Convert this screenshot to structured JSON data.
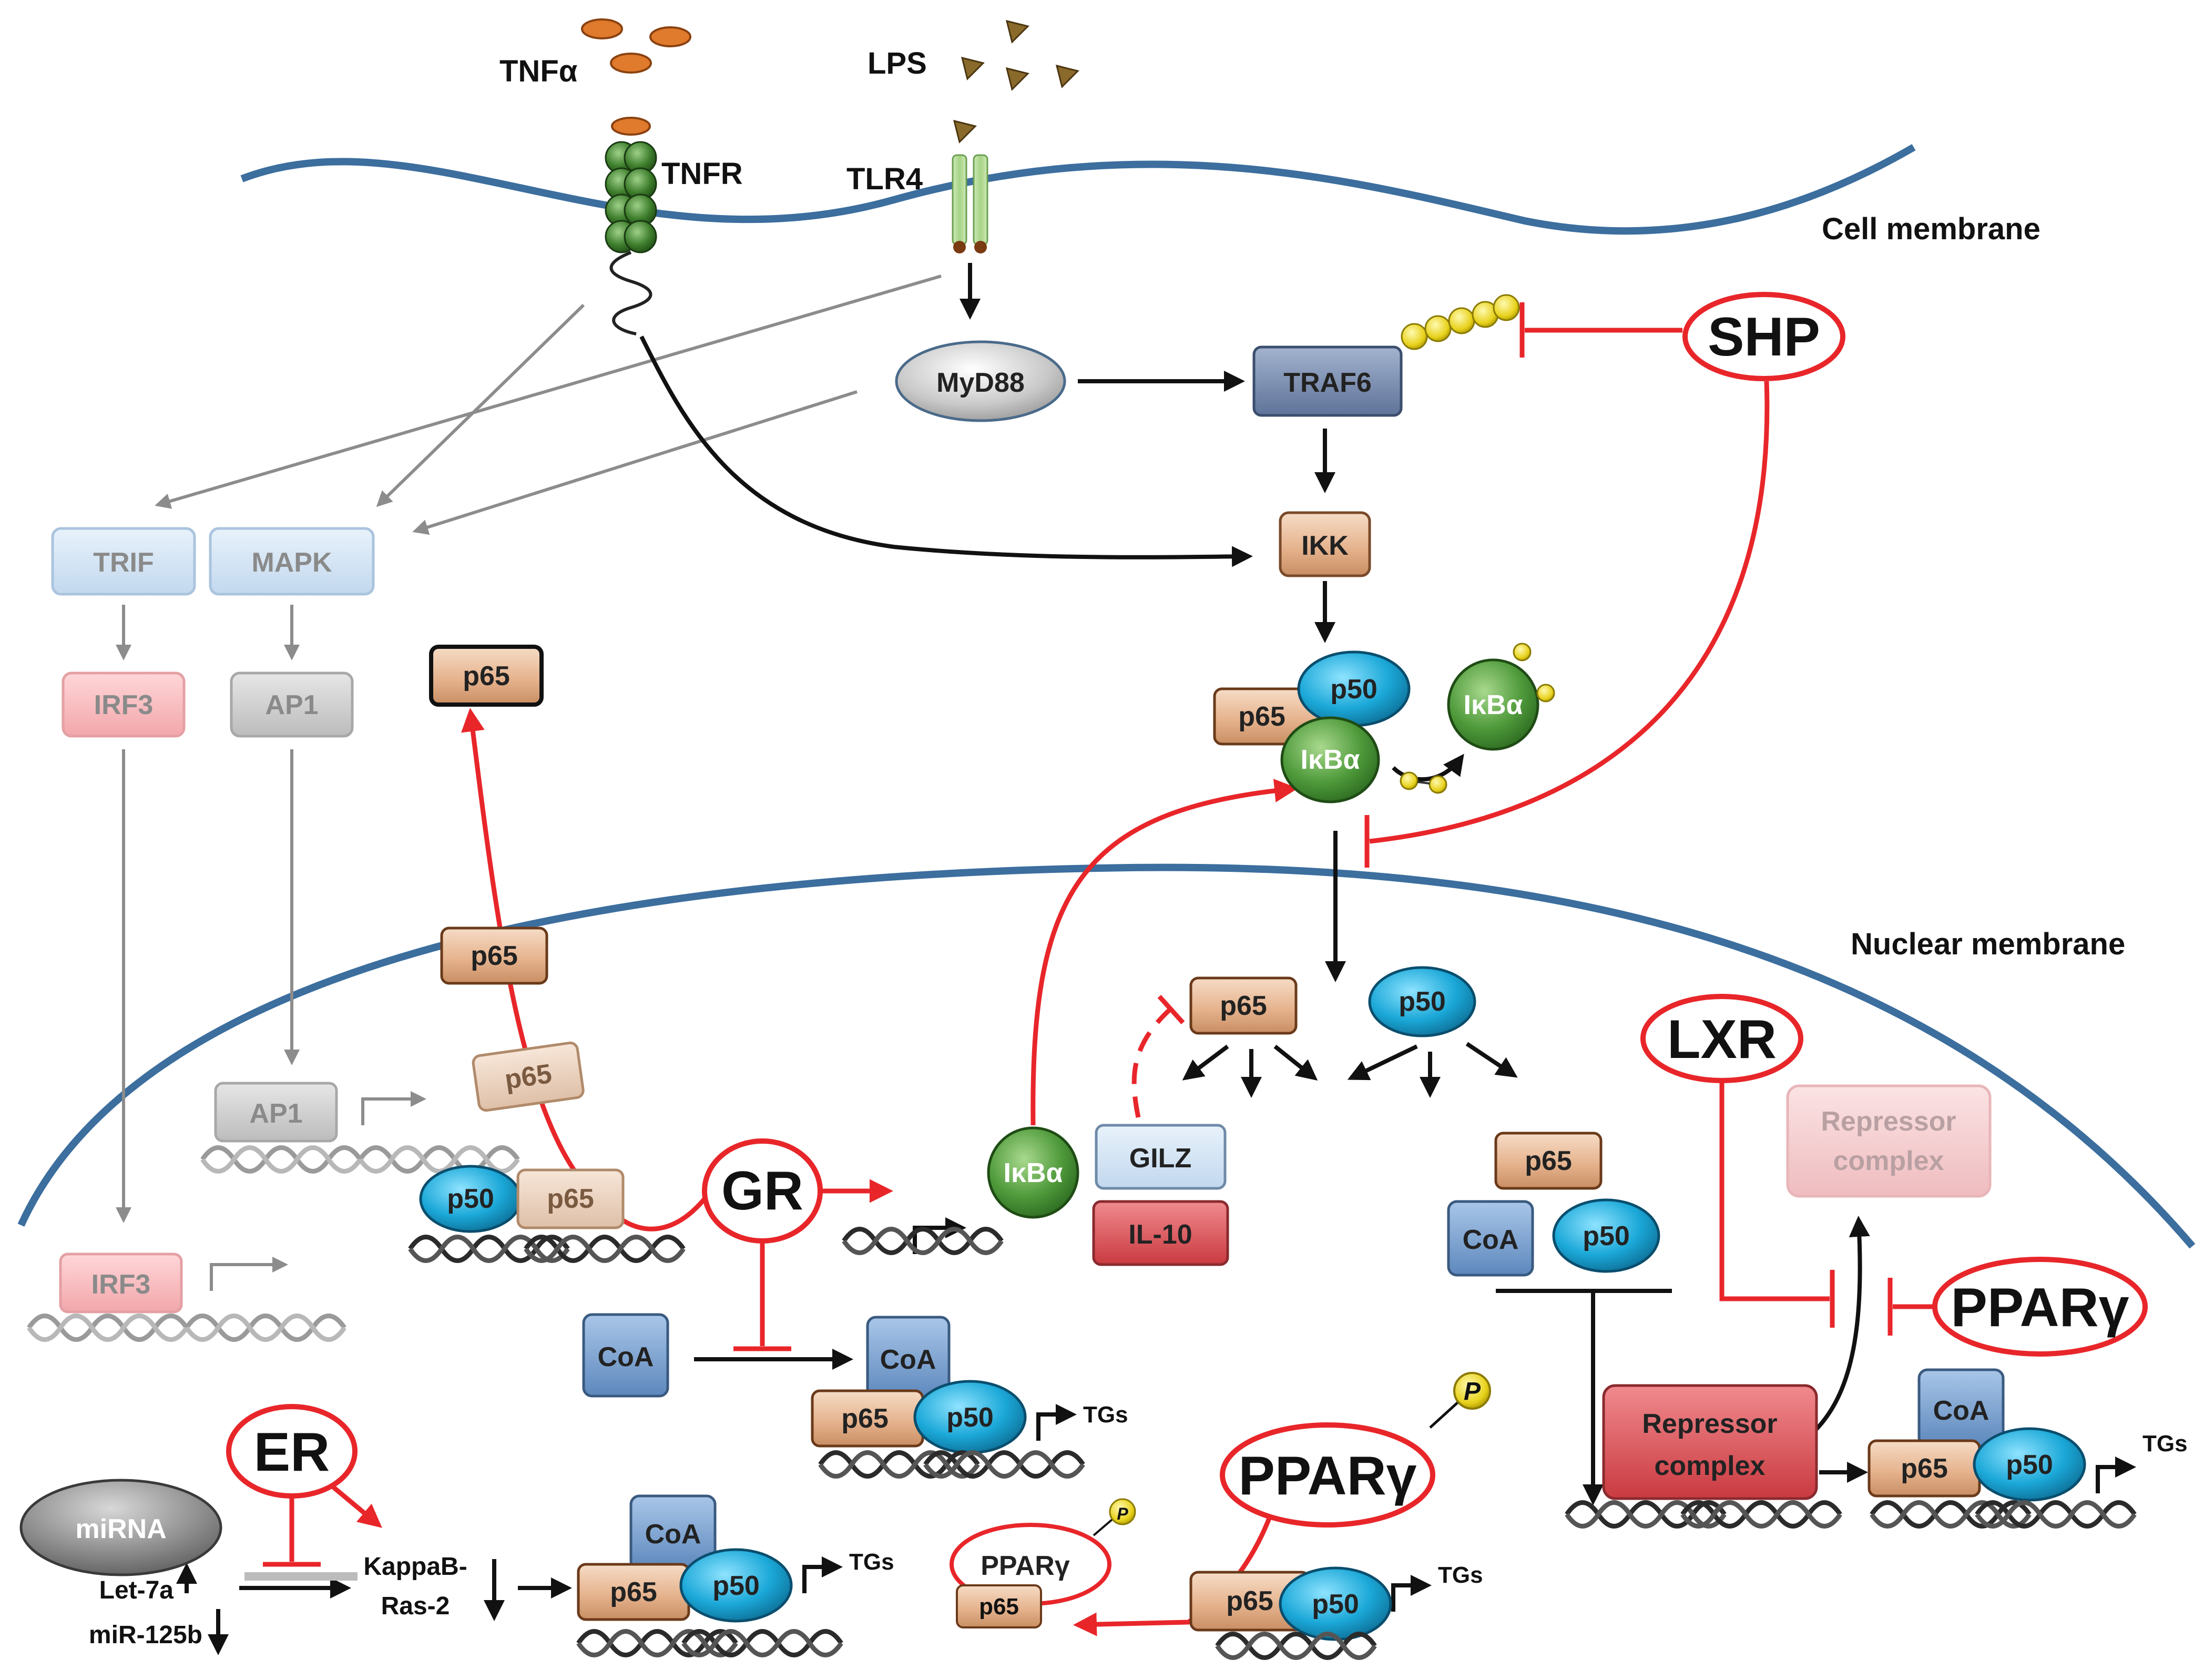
{
  "labels": {
    "tnfa": "TNFα",
    "lps": "LPS",
    "tnfr": "TNFR",
    "tlr4": "TLR4",
    "cell_membrane": "Cell membrane",
    "nuclear_membrane": "Nuclear membrane",
    "myd88": "MyD88",
    "traf6": "TRAF6",
    "shp": "SHP",
    "trif": "TRIF",
    "mapk": "MAPK",
    "ikk": "IKK",
    "irf3": "IRF3",
    "ap1": "AP1",
    "p65": "p65",
    "p50": "p50",
    "ikba": "IκBα",
    "gr": "GR",
    "gilz": "GILZ",
    "il10": "IL-10",
    "coa": "CoA",
    "lxr": "LXR",
    "repressor_complex_line1": "Repressor",
    "repressor_complex_line2": "complex",
    "pparg": "PPARγ",
    "tgs": "TGs",
    "er": "ER",
    "mirna": "miRNA",
    "let7a": "Let-7a",
    "mir125b": "miR-125b",
    "kappab_line1": "KappaB-",
    "kappab_line2": "Ras-2",
    "p_symbol": "P"
  },
  "colors": {
    "inhibition_red": "#e8262a",
    "membrane_blue": "#3c6e9e",
    "p65_tan": "#e8b896",
    "p50_blue": "#1aa9d6",
    "ikba_green": "#4d9a3a",
    "traf6_slate": "#7b8fb0",
    "coa_blue": "#7fa6d4",
    "il10_red": "#e0545a",
    "faded_gray": "#bdbdbd"
  }
}
